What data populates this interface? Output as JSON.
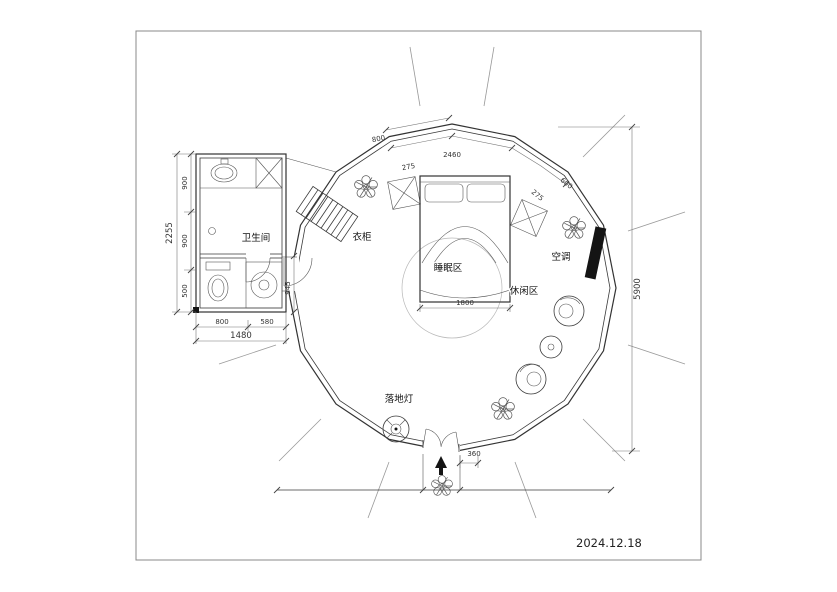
{
  "meta": {
    "date": "2024.12.18"
  },
  "labels": {
    "bathroom": "卫生间",
    "wardrobe": "衣柜",
    "sleeping_area": "睡眠区",
    "leisure_area": "休闲区",
    "air_conditioner": "空调",
    "floor_lamp": "落地灯"
  },
  "dimensions": {
    "left_total": "2255",
    "left_seg_top": "900",
    "left_seg_mid": "900",
    "left_seg_bottom": "500",
    "bath_width_seg_a": "800",
    "bath_width_seg_b": "580",
    "bath_width_total": "1480",
    "plan_height": "5900",
    "bed_width": "1800",
    "bath_right": "945",
    "top_edge": "800",
    "top_seg_a": "275",
    "top_span": "2460",
    "top_seg_b": "275",
    "top_seg_c": "600",
    "door_offset": "360"
  },
  "colors": {
    "background": "#ffffff",
    "line": "#3a3a3a",
    "dim_line": "#777777",
    "dark_fill": "#141414",
    "frame": "#888888"
  }
}
